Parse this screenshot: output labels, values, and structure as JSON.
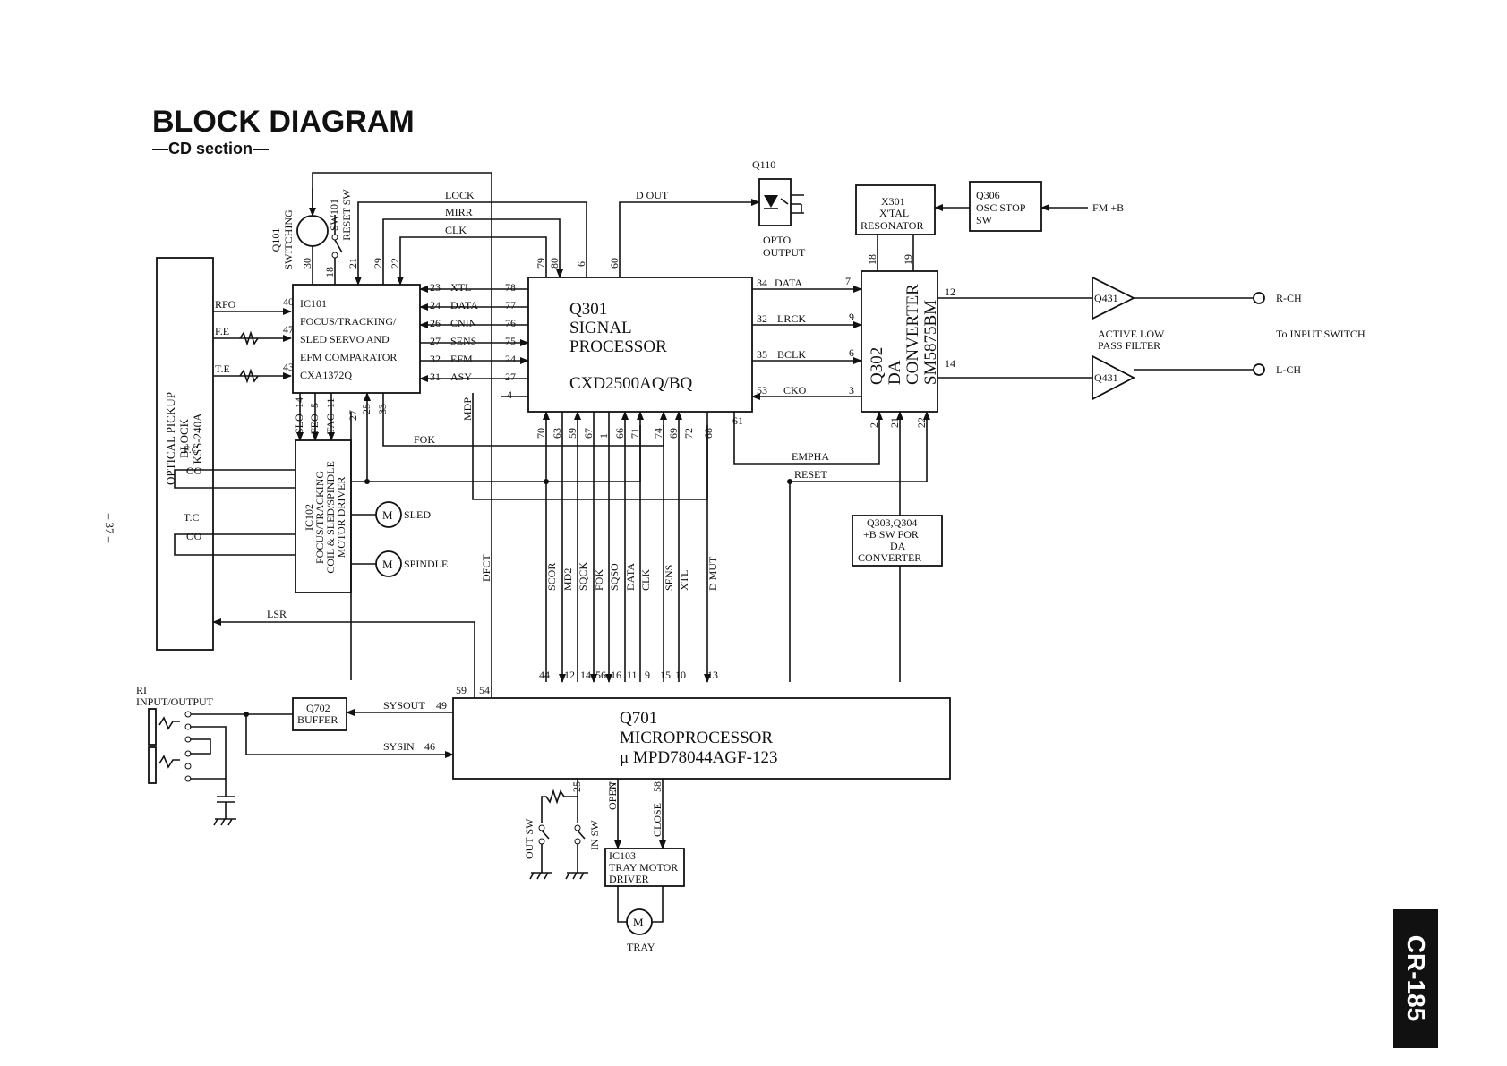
{
  "header": {
    "title": "BLOCK DIAGRAM",
    "subtitle": "—CD section—"
  },
  "page": {
    "number": "– 37 –",
    "model": "CR-185"
  },
  "blocks": {
    "pickup": {
      "l1": "OPTICAL PICKUP",
      "l2": "BLOCK",
      "l3": "KSS-240A"
    },
    "ic101": {
      "l1": "IC101",
      "l2": "FOCUS/TRACKING/",
      "l3": "SLED SERVO AND",
      "l4": "EFM COMPARATOR",
      "l5": "CXA1372Q"
    },
    "q301": {
      "l1": "Q301",
      "l2": "SIGNAL",
      "l3": "PROCESSOR",
      "l4": "CXD2500AQ/BQ"
    },
    "q302": {
      "l1": "Q302",
      "l2": "DA",
      "l3": "CONVERTER",
      "l4": "SM5875BM"
    },
    "x301": {
      "l1": "X301",
      "l2": "X'TAL",
      "l3": "RESONATOR"
    },
    "q306": {
      "l1": "Q306",
      "l2": "OSC STOP",
      "l3": "SW"
    },
    "q110": {
      "label": "Q110",
      "l1": "OPTO.",
      "l2": "OUTPUT"
    },
    "ic102": {
      "l1": "IC102",
      "l2": "FOCUS/TRACKING",
      "l3": "COIL & SLED/SPINDLE",
      "l4": "MOTOR DRIVER"
    },
    "q303": {
      "l1": "Q303,Q304",
      "l2": "+B SW FOR",
      "l3": "DA",
      "l4": "CONVERTER"
    },
    "q701": {
      "l1": "Q701",
      "l2": "MICROPROCESSOR",
      "l3": "μ MPD78044AGF-123"
    },
    "q702": {
      "l1": "Q702",
      "l2": "BUFFER"
    },
    "ic103": {
      "l1": "IC103",
      "l2": "TRAY MOTOR",
      "l3": "DRIVER"
    },
    "q431": {
      "label": "Q431"
    }
  },
  "labels": {
    "fm_b": "FM +B",
    "r_ch": "R-CH",
    "l_ch": "L-CH",
    "to_input": "To INPUT SWITCH",
    "active_lpf_1": "ACTIVE LOW",
    "active_lpf_2": "PASS FILTER",
    "rfo": "RFO",
    "fe": "F.E",
    "te": "T.E",
    "fc": "F.C",
    "tc": "T.C",
    "lsr": "LSR",
    "dfct": "DFCT",
    "fok": "FOK",
    "lock": "LOCK",
    "mirr": "MIRR",
    "clk": "CLK",
    "dout": "D OUT",
    "data": "DATA",
    "lrck": "LRCK",
    "bclk": "BCLK",
    "cko": "CKO",
    "empha": "EMPHA",
    "reset": "RESET",
    "sled": "SLED",
    "spindle": "SPINDLE",
    "tray": "TRAY",
    "m": "M",
    "sysout": "SYSOUT",
    "sysin": "SYSIN",
    "ri1": "RI",
    "ri2": "INPUT/OUTPUT",
    "q101_1": "Q101",
    "q101_2": "SWITCHING",
    "sw101_1": "SW101",
    "sw101_2": "RESET SW",
    "out_sw": "OUT SW",
    "in_sw": "IN SW",
    "open": "OPEN",
    "close": "CLOSE",
    "slo": "SLO",
    "feo": "FEO",
    "tao": "TAO",
    "mdp": "MDP"
  },
  "ic101_pins": [
    {
      "pin": "23",
      "sig": "XTL",
      "q": "78"
    },
    {
      "pin": "24",
      "sig": "DATA",
      "q": "77"
    },
    {
      "pin": "26",
      "sig": "CNIN",
      "q": "76"
    },
    {
      "pin": "27",
      "sig": "SENS",
      "q": "75"
    },
    {
      "pin": "32",
      "sig": "EFM",
      "q": "24"
    },
    {
      "pin": "31",
      "sig": "ASY",
      "q": "27"
    }
  ],
  "bus": [
    {
      "q": "70",
      "sig": "SCOR",
      "m": "44"
    },
    {
      "q": "63",
      "sig": "MD2",
      "m": "12"
    },
    {
      "q": "59",
      "sig": "SQCK",
      "m": "14"
    },
    {
      "q": "67",
      "sig": "FOK",
      "m": "56"
    },
    {
      "q": "1",
      "sig": "SQSO",
      "m": "16"
    },
    {
      "q": "66",
      "sig": "DATA",
      "m": "11"
    },
    {
      "q": "71",
      "sig": "CLK",
      "m": "9"
    },
    {
      "q": "74",
      "sig": "SENS",
      "m": "15"
    },
    {
      "q": "69",
      "sig": "XTL",
      "m": "10"
    },
    {
      "q": "72",
      "sig": "D MUT",
      "m": "13"
    }
  ],
  "pins": {
    "p40": "40",
    "p47": "47",
    "p43": "43",
    "p30": "30",
    "p18": "18",
    "p21": "21",
    "p29": "29",
    "p22": "22",
    "p79": "79",
    "p80": "80",
    "p6": "6",
    "p60": "60",
    "p4": "4",
    "p14": "14",
    "p5": "5",
    "p11": "11",
    "p27b": "27",
    "p25": "25",
    "p33": "33",
    "p68": "68",
    "p61": "61",
    "p34": "34",
    "p32": "32",
    "p35": "35",
    "p53": "53",
    "p7": "7",
    "p9": "9",
    "p6b": "6",
    "p3": "3",
    "p18b": "18",
    "p19": "19",
    "p12": "12",
    "p14b": "14",
    "p2": "2",
    "p21b": "21",
    "p22b": "22",
    "p59": "59",
    "p54": "54",
    "p49": "49",
    "p46": "46",
    "p25b": "25",
    "p57": "57",
    "p58": "58"
  }
}
